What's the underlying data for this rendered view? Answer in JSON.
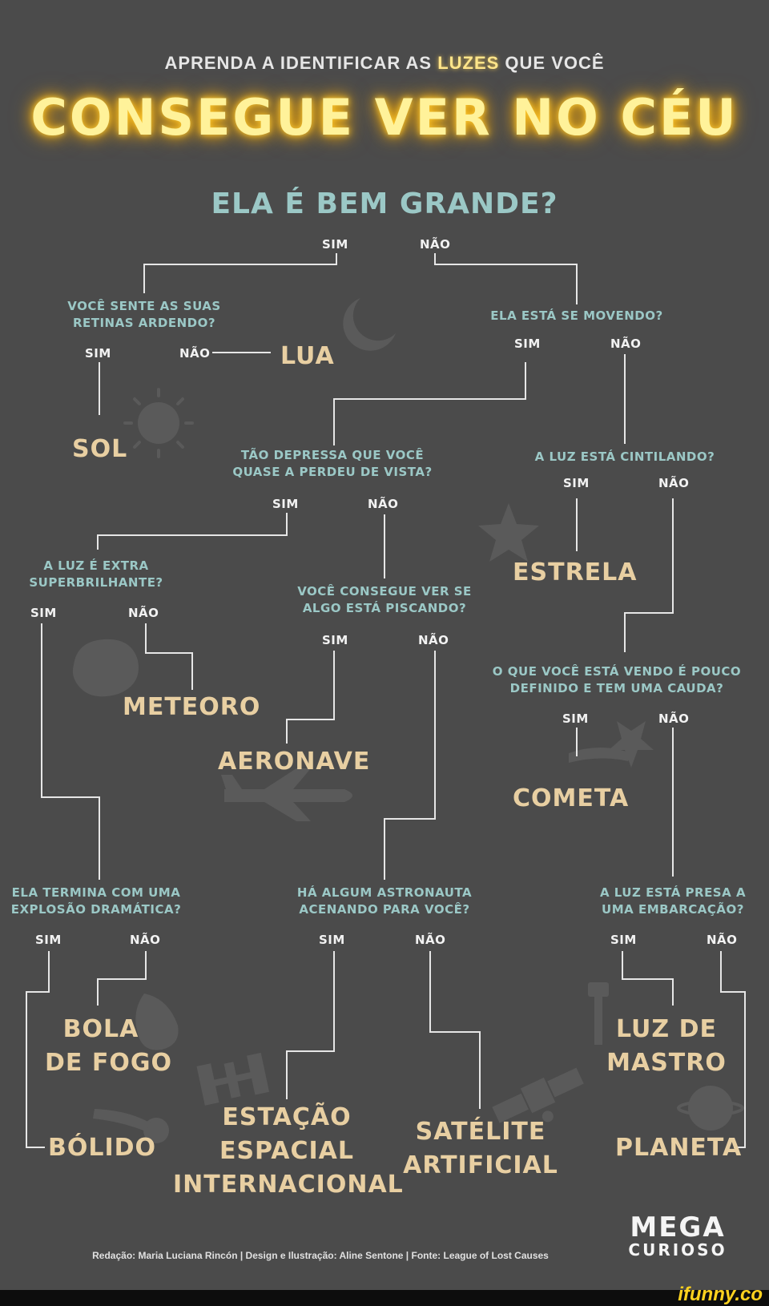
{
  "header": {
    "line1_before": "APRENDA A IDENTIFICAR AS ",
    "line1_highlight": "LUZES",
    "line1_after": " QUE VOCÊ",
    "title": "CONSEGUE VER NO CÉU"
  },
  "questions": {
    "q_big": "ELA É BEM GRANDE?",
    "q_retinas": "VOCÊ SENTE AS SUAS\nRETINAS ARDENDO?",
    "q_moving": "ELA ESTÁ SE MOVENDO?",
    "q_fast": "TÃO DEPRESSA QUE VOCÊ\nQUASE A PERDEU DE VISTA?",
    "q_twinkle": "A LUZ ESTÁ CINTILANDO?",
    "q_bright": "A LUZ É EXTRA\nSUPERBRILHANTE?",
    "q_blinking": "VOCÊ CONSEGUE VER SE\nALGO ESTÁ PISCANDO?",
    "q_tail": "O QUE VOCÊ ESTÁ VENDO É POUCO\nDEFINIDO E TEM UMA CAUDA?",
    "q_explosion": "ELA TERMINA COM UMA\nEXPLOSÃO DRAMÁTICA?",
    "q_astronaut": "HÁ ALGUM ASTRONAUTA\nACENANDO PARA VOCÊ?",
    "q_vessel": "A LUZ ESTÁ PRESA A\nUMA EMBARCAÇÃO?"
  },
  "labels": {
    "yes": "SIM",
    "no": "NÃO"
  },
  "answers": {
    "lua": "LUA",
    "sol": "SOL",
    "estrela": "ESTRELA",
    "meteoro": "METEORO",
    "aeronave": "AERONAVE",
    "cometa": "COMETA",
    "bola_de_fogo": "BOLA\nDE FOGO",
    "bolido": "BÓLIDO",
    "estacao": "ESTAÇÃO\nESPACIAL\nINTERNACIONAL",
    "satelite": "SATÉLITE\nARTIFICIAL",
    "luz_de_mastro": "LUZ DE\nMASTRO",
    "planeta": "PLANETA"
  },
  "credits": "Redação: Maria Luciana Rincón | Design e Ilustração: Aline Sentone | Fonte: League of Lost Causes",
  "logo": {
    "line1": "MEGA",
    "line2": "CURIOSO"
  },
  "watermark": "ifunny.co"
}
